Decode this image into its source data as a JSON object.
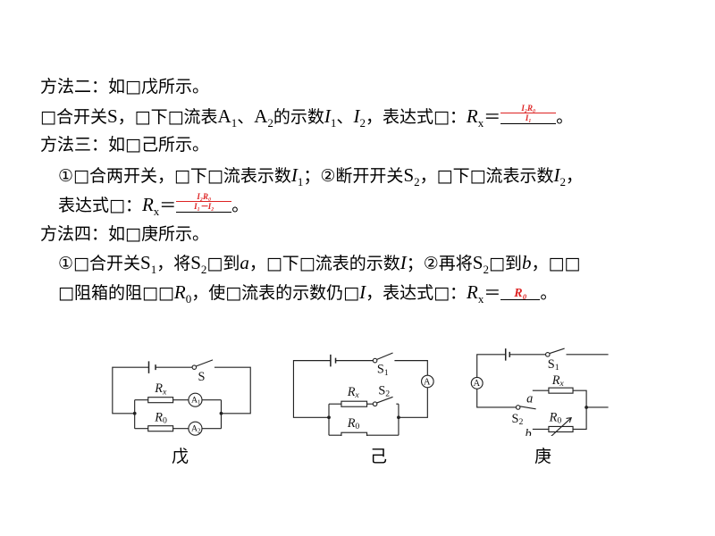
{
  "lines": [
    [
      {
        "t": "方法二：如□戊所示。"
      }
    ],
    [
      {
        "t": "□合开关"
      },
      {
        "t": "S",
        "c": "rm"
      },
      {
        "t": "，□下□流表"
      },
      {
        "t": "A",
        "c": "rm"
      },
      {
        "t": "1",
        "c": "sub"
      },
      {
        "t": "、"
      },
      {
        "t": "A",
        "c": "rm"
      },
      {
        "t": "2",
        "c": "sub"
      },
      {
        "t": "的示数"
      },
      {
        "t": "I",
        "c": "it"
      },
      {
        "t": "1",
        "c": "sub"
      },
      {
        "t": "、"
      },
      {
        "t": "I",
        "c": "it"
      },
      {
        "t": "2",
        "c": "sub"
      },
      {
        "t": "，表达式□："
      },
      {
        "t": "R",
        "c": "it"
      },
      {
        "t": "x",
        "c": "sub"
      },
      {
        "t": "＝"
      },
      {
        "blank": true,
        "w": 62,
        "num": "I₂R₀",
        "den": "I₁"
      },
      {
        "t": "。"
      }
    ],
    [
      {
        "t": "方法三：如□己所示。"
      }
    ],
    [
      {
        "t": "①□合两开关，□下□流表示数"
      },
      {
        "t": "I",
        "c": "it"
      },
      {
        "t": "1",
        "c": "sub"
      },
      {
        "t": "；②断开开关"
      },
      {
        "t": "S",
        "c": "rm"
      },
      {
        "t": "2",
        "c": "sub"
      },
      {
        "t": "，□下□流表示数"
      },
      {
        "t": "I",
        "c": "it"
      },
      {
        "t": "2",
        "c": "sub"
      },
      {
        "t": "，"
      }
    ],
    [
      {
        "t": "表达式□："
      },
      {
        "t": "R",
        "c": "it"
      },
      {
        "t": "x",
        "c": "sub"
      },
      {
        "t": "＝"
      },
      {
        "blank": true,
        "w": 62,
        "num": "I₂R₀",
        "den": "I₁－I₂"
      },
      {
        "t": "。"
      }
    ],
    [
      {
        "t": "方法四：如□庚所示。"
      }
    ],
    [
      {
        "t": "①□合开关"
      },
      {
        "t": "S",
        "c": "rm"
      },
      {
        "t": "1",
        "c": "sub"
      },
      {
        "t": "，将"
      },
      {
        "t": "S",
        "c": "rm"
      },
      {
        "t": "2",
        "c": "sub"
      },
      {
        "t": "□到"
      },
      {
        "t": "a",
        "c": "it"
      },
      {
        "t": "，□下□流表的示数"
      },
      {
        "t": "I",
        "c": "it"
      },
      {
        "t": "；②再将"
      },
      {
        "t": "S",
        "c": "rm"
      },
      {
        "t": "2",
        "c": "sub"
      },
      {
        "t": "□到"
      },
      {
        "t": "b",
        "c": "it"
      },
      {
        "t": "，□□"
      }
    ],
    [
      {
        "t": "□阻箱的阻□□"
      },
      {
        "t": "R",
        "c": "it"
      },
      {
        "t": "0",
        "c": "sub"
      },
      {
        "t": "，使□流表的示数仍□"
      },
      {
        "t": "I",
        "c": "it"
      },
      {
        "t": "，表达式□："
      },
      {
        "t": "R",
        "c": "it"
      },
      {
        "t": "x",
        "c": "sub"
      },
      {
        "t": "＝"
      },
      {
        "blank": true,
        "w": 44,
        "single": "R₀"
      },
      {
        "t": "。"
      }
    ]
  ],
  "figures": {
    "wu": {
      "caption": "戊",
      "S": "S",
      "Rx": "R",
      "Rx_sub": "x",
      "R0": "R",
      "R0_sub": "0",
      "A1": "A",
      "A1_sub": "1",
      "A2": "A",
      "A2_sub": "2"
    },
    "ji": {
      "caption": "己",
      "S1": "S",
      "S1_sub": "1",
      "S2": "S",
      "S2_sub": "2",
      "A": "A",
      "Rx": "R",
      "Rx_sub": "x",
      "R0": "R",
      "R0_sub": "0"
    },
    "geng": {
      "caption": "庚",
      "S1": "S",
      "S1_sub": "1",
      "S2": "S",
      "S2_sub": "2",
      "A": "A",
      "Rx": "R",
      "Rx_sub": "x",
      "R0": "R",
      "R0_sub": "0",
      "a": "a",
      "b": "b"
    }
  }
}
